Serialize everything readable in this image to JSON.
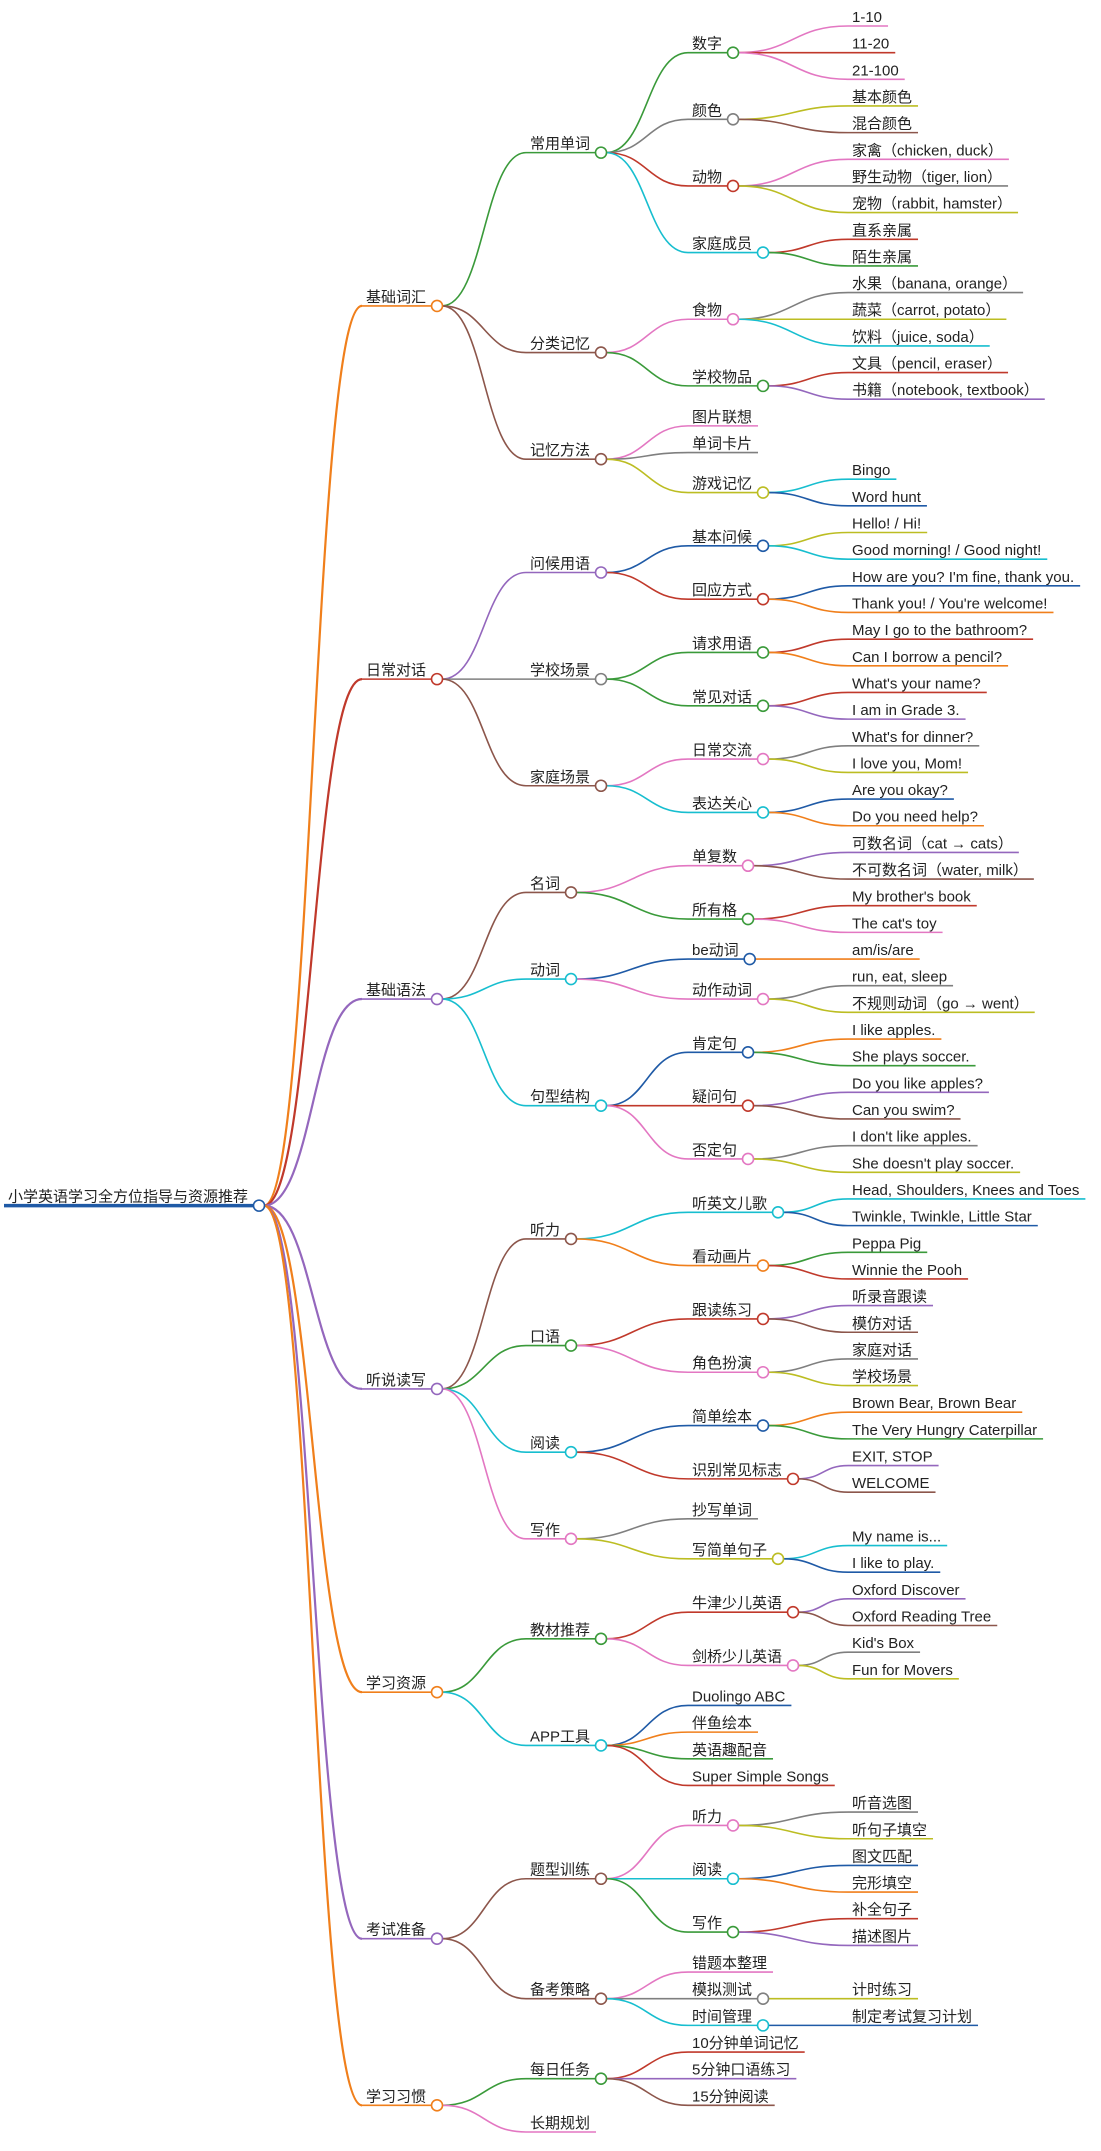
{
  "mindmap": {
    "root": {
      "label": "小学英语学习全方位指导与资源推荐",
      "color": "#1f5aa6",
      "children": [
        {
          "label": "基础词汇",
          "color": "#f07f1b",
          "children": [
            {
              "label": "常用单词",
              "color": "#3a9a3a",
              "children": [
                {
                  "label": "数字",
                  "color": "#3a9a3a",
                  "children": [
                    {
                      "label": "1-10",
                      "color": "#e377c2"
                    },
                    {
                      "label": "11-20",
                      "color": "#c0392b"
                    },
                    {
                      "label": "21-100",
                      "color": "#e377c2"
                    }
                  ]
                },
                {
                  "label": "颜色",
                  "color": "#7f7f7f",
                  "children": [
                    {
                      "label": "基本颜色",
                      "color": "#bcbd22"
                    },
                    {
                      "label": "混合颜色",
                      "color": "#8c564b"
                    }
                  ]
                },
                {
                  "label": "动物",
                  "color": "#c0392b",
                  "children": [
                    {
                      "label": "家禽（chicken, duck）",
                      "color": "#e377c2"
                    },
                    {
                      "label": "野生动物（tiger, lion）",
                      "color": "#7f7f7f"
                    },
                    {
                      "label": "宠物（rabbit, hamster）",
                      "color": "#bcbd22"
                    }
                  ]
                },
                {
                  "label": "家庭成员",
                  "color": "#17becf",
                  "children": [
                    {
                      "label": "直系亲属",
                      "color": "#c0392b"
                    },
                    {
                      "label": "陌生亲属",
                      "color": "#3a9a3a"
                    }
                  ]
                }
              ]
            },
            {
              "label": "分类记忆",
              "color": "#8c564b",
              "children": [
                {
                  "label": "食物",
                  "color": "#e377c2",
                  "children": [
                    {
                      "label": "水果（banana, orange）",
                      "color": "#7f7f7f"
                    },
                    {
                      "label": "蔬菜（carrot, potato）",
                      "color": "#bcbd22"
                    },
                    {
                      "label": "饮料（juice, soda）",
                      "color": "#17becf"
                    }
                  ]
                },
                {
                  "label": "学校物品",
                  "color": "#3a9a3a",
                  "children": [
                    {
                      "label": "文具（pencil, eraser）",
                      "color": "#c0392b"
                    },
                    {
                      "label": "书籍（notebook, textbook）",
                      "color": "#9467bd"
                    }
                  ]
                }
              ]
            },
            {
              "label": "记忆方法",
              "color": "#8c564b",
              "children": [
                {
                  "label": "图片联想",
                  "color": "#e377c2"
                },
                {
                  "label": "单词卡片",
                  "color": "#7f7f7f"
                },
                {
                  "label": "游戏记忆",
                  "color": "#bcbd22",
                  "children": [
                    {
                      "label": "Bingo",
                      "color": "#17becf"
                    },
                    {
                      "label": "Word hunt",
                      "color": "#1f5aa6"
                    }
                  ]
                }
              ]
            }
          ]
        },
        {
          "label": "日常对话",
          "color": "#c0392b",
          "children": [
            {
              "label": "问候用语",
              "color": "#9467bd",
              "children": [
                {
                  "label": "基本问候",
                  "color": "#1f5aa6",
                  "children": [
                    {
                      "label": "Hello! / Hi!",
                      "color": "#bcbd22"
                    },
                    {
                      "label": "Good morning! / Good night!",
                      "color": "#17becf"
                    }
                  ]
                },
                {
                  "label": "回应方式",
                  "color": "#c0392b",
                  "children": [
                    {
                      "label": "How are you? I'm fine, thank you.",
                      "color": "#1f5aa6"
                    },
                    {
                      "label": "Thank you! / You're welcome!",
                      "color": "#f07f1b"
                    }
                  ]
                }
              ]
            },
            {
              "label": "学校场景",
              "color": "#7f7f7f",
              "children": [
                {
                  "label": "请求用语",
                  "color": "#3a9a3a",
                  "children": [
                    {
                      "label": "May I go to the bathroom?",
                      "color": "#c0392b"
                    },
                    {
                      "label": "Can I borrow a pencil?",
                      "color": "#f07f1b"
                    }
                  ]
                },
                {
                  "label": "常见对话",
                  "color": "#3a9a3a",
                  "children": [
                    {
                      "label": "What's your name?",
                      "color": "#c0392b"
                    },
                    {
                      "label": "I am in Grade 3.",
                      "color": "#9467bd"
                    }
                  ]
                }
              ]
            },
            {
              "label": "家庭场景",
              "color": "#8c564b",
              "children": [
                {
                  "label": "日常交流",
                  "color": "#e377c2",
                  "children": [
                    {
                      "label": "What's for dinner?",
                      "color": "#7f7f7f"
                    },
                    {
                      "label": "I love you, Mom!",
                      "color": "#bcbd22"
                    }
                  ]
                },
                {
                  "label": "表达关心",
                  "color": "#17becf",
                  "children": [
                    {
                      "label": "Are you okay?",
                      "color": "#1f5aa6"
                    },
                    {
                      "label": "Do you need help?",
                      "color": "#f07f1b"
                    }
                  ]
                }
              ]
            }
          ]
        },
        {
          "label": "基础语法",
          "color": "#9467bd",
          "children": [
            {
              "label": "名词",
              "color": "#8c564b",
              "children": [
                {
                  "label": "单复数",
                  "color": "#e377c2",
                  "children": [
                    {
                      "label": "可数名词（cat → cats）",
                      "color": "#9467bd"
                    },
                    {
                      "label": "不可数名词（water, milk）",
                      "color": "#8c564b"
                    }
                  ]
                },
                {
                  "label": "所有格",
                  "color": "#3a9a3a",
                  "children": [
                    {
                      "label": "My brother's book",
                      "color": "#c0392b"
                    },
                    {
                      "label": "The cat's toy",
                      "color": "#e377c2"
                    }
                  ]
                }
              ]
            },
            {
              "label": "动词",
              "color": "#17becf",
              "children": [
                {
                  "label": "be动词",
                  "color": "#1f5aa6",
                  "children": [
                    {
                      "label": "am/is/are",
                      "color": "#f07f1b"
                    }
                  ]
                },
                {
                  "label": "动作动词",
                  "color": "#e377c2",
                  "children": [
                    {
                      "label": "run, eat, sleep",
                      "color": "#7f7f7f"
                    },
                    {
                      "label": "不规则动词（go → went）",
                      "color": "#bcbd22"
                    }
                  ]
                }
              ]
            },
            {
              "label": "句型结构",
              "color": "#17becf",
              "children": [
                {
                  "label": "肯定句",
                  "color": "#1f5aa6",
                  "children": [
                    {
                      "label": "I like apples.",
                      "color": "#f07f1b"
                    },
                    {
                      "label": "She plays soccer.",
                      "color": "#3a9a3a"
                    }
                  ]
                },
                {
                  "label": "疑问句",
                  "color": "#c0392b",
                  "children": [
                    {
                      "label": "Do you like apples?",
                      "color": "#9467bd"
                    },
                    {
                      "label": "Can you swim?",
                      "color": "#8c564b"
                    }
                  ]
                },
                {
                  "label": "否定句",
                  "color": "#e377c2",
                  "children": [
                    {
                      "label": "I don't like apples.",
                      "color": "#7f7f7f"
                    },
                    {
                      "label": "She doesn't play soccer.",
                      "color": "#bcbd22"
                    }
                  ]
                }
              ]
            }
          ]
        },
        {
          "label": "听说读写",
          "color": "#9467bd",
          "children": [
            {
              "label": "听力",
              "color": "#8c564b",
              "children": [
                {
                  "label": "听英文儿歌",
                  "color": "#17becf",
                  "children": [
                    {
                      "label": "Head, Shoulders, Knees and Toes",
                      "color": "#17becf"
                    },
                    {
                      "label": "Twinkle, Twinkle, Little Star",
                      "color": "#1f5aa6"
                    }
                  ]
                },
                {
                  "label": "看动画片",
                  "color": "#f07f1b",
                  "children": [
                    {
                      "label": "Peppa Pig",
                      "color": "#3a9a3a"
                    },
                    {
                      "label": "Winnie the Pooh",
                      "color": "#c0392b"
                    }
                  ]
                }
              ]
            },
            {
              "label": "口语",
              "color": "#3a9a3a",
              "children": [
                {
                  "label": "跟读练习",
                  "color": "#c0392b",
                  "children": [
                    {
                      "label": "听录音跟读",
                      "color": "#9467bd"
                    },
                    {
                      "label": "模仿对话",
                      "color": "#8c564b"
                    }
                  ]
                },
                {
                  "label": "角色扮演",
                  "color": "#e377c2",
                  "children": [
                    {
                      "label": "家庭对话",
                      "color": "#7f7f7f"
                    },
                    {
                      "label": "学校场景",
                      "color": "#bcbd22"
                    }
                  ]
                }
              ]
            },
            {
              "label": "阅读",
              "color": "#17becf",
              "children": [
                {
                  "label": "简单绘本",
                  "color": "#1f5aa6",
                  "children": [
                    {
                      "label": "Brown Bear, Brown Bear",
                      "color": "#f07f1b"
                    },
                    {
                      "label": "The Very Hungry Caterpillar",
                      "color": "#3a9a3a"
                    }
                  ]
                },
                {
                  "label": "识别常见标志",
                  "color": "#c0392b",
                  "children": [
                    {
                      "label": "EXIT, STOP",
                      "color": "#9467bd"
                    },
                    {
                      "label": "WELCOME",
                      "color": "#8c564b"
                    }
                  ]
                }
              ]
            },
            {
              "label": "写作",
              "color": "#e377c2",
              "children": [
                {
                  "label": "抄写单词",
                  "color": "#7f7f7f"
                },
                {
                  "label": "写简单句子",
                  "color": "#bcbd22",
                  "children": [
                    {
                      "label": "My name is...",
                      "color": "#17becf"
                    },
                    {
                      "label": "I like to play.",
                      "color": "#1f5aa6"
                    }
                  ]
                }
              ]
            }
          ]
        },
        {
          "label": "学习资源",
          "color": "#f07f1b",
          "children": [
            {
              "label": "教材推荐",
              "color": "#3a9a3a",
              "children": [
                {
                  "label": "牛津少儿英语",
                  "color": "#c0392b",
                  "children": [
                    {
                      "label": "Oxford Discover",
                      "color": "#9467bd"
                    },
                    {
                      "label": "Oxford Reading Tree",
                      "color": "#8c564b"
                    }
                  ]
                },
                {
                  "label": "剑桥少儿英语",
                  "color": "#e377c2",
                  "children": [
                    {
                      "label": "Kid's Box",
                      "color": "#7f7f7f"
                    },
                    {
                      "label": "Fun for Movers",
                      "color": "#bcbd22"
                    }
                  ]
                }
              ]
            },
            {
              "label": "APP工具",
              "color": "#17becf",
              "children": [
                {
                  "label": "Duolingo ABC",
                  "color": "#1f5aa6"
                },
                {
                  "label": "伴鱼绘本",
                  "color": "#f07f1b"
                },
                {
                  "label": "英语趣配音",
                  "color": "#3a9a3a"
                },
                {
                  "label": "Super Simple Songs",
                  "color": "#c0392b"
                }
              ]
            }
          ]
        },
        {
          "label": "考试准备",
          "color": "#9467bd",
          "children": [
            {
              "label": "题型训练",
              "color": "#8c564b",
              "children": [
                {
                  "label": "听力",
                  "color": "#e377c2",
                  "children": [
                    {
                      "label": "听音选图",
                      "color": "#7f7f7f"
                    },
                    {
                      "label": "听句子填空",
                      "color": "#bcbd22"
                    }
                  ]
                },
                {
                  "label": "阅读",
                  "color": "#17becf",
                  "children": [
                    {
                      "label": "图文匹配",
                      "color": "#1f5aa6"
                    },
                    {
                      "label": "完形填空",
                      "color": "#f07f1b"
                    }
                  ]
                },
                {
                  "label": "写作",
                  "color": "#3a9a3a",
                  "children": [
                    {
                      "label": "补全句子",
                      "color": "#c0392b"
                    },
                    {
                      "label": "描述图片",
                      "color": "#9467bd"
                    }
                  ]
                }
              ]
            },
            {
              "label": "备考策略",
              "color": "#8c564b",
              "children": [
                {
                  "label": "错题本整理",
                  "color": "#e377c2"
                },
                {
                  "label": "模拟测试",
                  "color": "#7f7f7f",
                  "children": [
                    {
                      "label": "计时练习",
                      "color": "#bcbd22"
                    }
                  ]
                },
                {
                  "label": "时间管理",
                  "color": "#17becf",
                  "children": [
                    {
                      "label": "制定考试复习计划",
                      "color": "#1f5aa6"
                    }
                  ]
                }
              ]
            }
          ]
        },
        {
          "label": "学习习惯",
          "color": "#f07f1b",
          "children": [
            {
              "label": "每日任务",
              "color": "#3a9a3a",
              "children": [
                {
                  "label": "10分钟单词记忆",
                  "color": "#c0392b"
                },
                {
                  "label": "5分钟口语练习",
                  "color": "#9467bd"
                },
                {
                  "label": "15分钟阅读",
                  "color": "#8c564b"
                }
              ]
            },
            {
              "label": "长期规划",
              "color": "#e377c2"
            }
          ]
        }
      ]
    }
  }
}
